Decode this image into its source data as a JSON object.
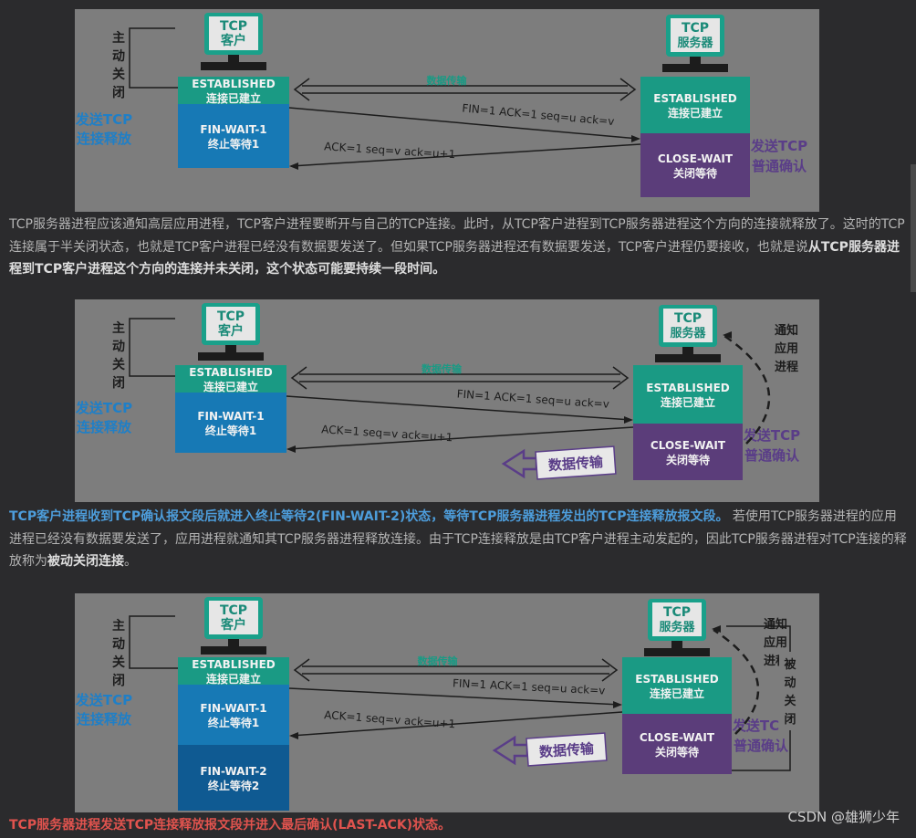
{
  "panels": [
    {
      "id": "p1",
      "client": {
        "pc_line1": "TCP",
        "pc_line2": "客户",
        "established": "ESTABLISHED",
        "established_cn": "连接已建立",
        "fin_wait1": "FIN-WAIT-1",
        "fin_wait1_cn": "终止等待1"
      },
      "server": {
        "pc_line1": "TCP",
        "pc_line2": "服务器",
        "established": "ESTABLISHED",
        "established_cn": "连接已建立",
        "close_wait": "CLOSE-WAIT",
        "close_wait_cn": "关闭等待"
      },
      "active_close": [
        "主",
        "动",
        "关",
        "闭"
      ],
      "send_release": [
        "发送TCP",
        "连接释放"
      ],
      "data_transfer": "数据传输",
      "fin_msg": "FIN=1  ACK=1  seq=u  ack=v",
      "ack_msg": "ACK=1   seq=v   ack=u+1",
      "server_confirm": [
        "发送TCP",
        "普通确认"
      ]
    },
    {
      "id": "p2",
      "client": {
        "pc_line1": "TCP",
        "pc_line2": "客户",
        "established": "ESTABLISHED",
        "established_cn": "连接已建立",
        "fin_wait1": "FIN-WAIT-1",
        "fin_wait1_cn": "终止等待1"
      },
      "server": {
        "pc_line1": "TCP",
        "pc_line2": "服务器",
        "established": "ESTABLISHED",
        "established_cn": "连接已建立",
        "close_wait": "CLOSE-WAIT",
        "close_wait_cn": "关闭等待"
      },
      "active_close": [
        "主",
        "动",
        "关",
        "闭"
      ],
      "send_release": [
        "发送TCP",
        "连接释放"
      ],
      "data_transfer": "数据传输",
      "fin_msg": "FIN=1  ACK=1  seq=u  ack=v",
      "ack_msg": "ACK=1   seq=v   ack=u+1",
      "server_confirm": [
        "发送TCP",
        "普通确认"
      ],
      "notify_app": [
        "通知",
        "应用",
        "进程"
      ],
      "data_flow": "数据传输"
    },
    {
      "id": "p3",
      "client": {
        "pc_line1": "TCP",
        "pc_line2": "客户",
        "established": "ESTABLISHED",
        "established_cn": "连接已建立",
        "fin_wait1": "FIN-WAIT-1",
        "fin_wait1_cn": "终止等待1",
        "fin_wait2": "FIN-WAIT-2",
        "fin_wait2_cn": "终止等待2"
      },
      "server": {
        "pc_line1": "TCP",
        "pc_line2": "服务器",
        "established": "ESTABLISHED",
        "established_cn": "连接已建立",
        "close_wait": "CLOSE-WAIT",
        "close_wait_cn": "关闭等待"
      },
      "active_close": [
        "主",
        "动",
        "关",
        "闭"
      ],
      "send_release": [
        "发送TCP",
        "连接释放"
      ],
      "data_transfer": "数据传输",
      "fin_msg": "FIN=1  ACK=1  seq=u  ack=v",
      "ack_msg": "ACK=1   seq=v   ack=u+1",
      "server_confirm": [
        "发送TCP",
        "普通确认"
      ],
      "notify_app": [
        "通知",
        "应用",
        "进程"
      ],
      "passive_close": [
        "被",
        "动",
        "关",
        "闭"
      ],
      "data_flow": "数据传输"
    }
  ],
  "text1": {
    "plain": "TCP服务器进程应该通知高层应用进程，TCP客户进程要断开与自己的TCP连接。此时，从TCP客户进程到TCP服务器进程这个方向的连接就释放了。这时的TCP连接属于半关闭状态，也就是TCP客户进程已经没有数据要发送了。但如果TCP服务器进程还有数据要发送，TCP客户进程仍要接收，也就是说",
    "bold": "从TCP服务器进程到TCP客户进程这个方向的连接并未关闭，这个状态可能要持续一段时间。"
  },
  "text2": {
    "blue": "TCP客户进程收到TCP确认报文段后就进入终止等待2(FIN-WAIT-2)状态，等待TCP服务器进程发出的TCP连接释放报文段。",
    "plain": " 若使用TCP服务器进程的应用进程已经没有数据要发送了，应用进程就通知其TCP服务器进程释放连接。由于TCP连接释放是由TCP客户进程主动发起的，因此TCP服务器进程对TCP连接的释放称为",
    "bold": "被动关闭连接",
    "end": "。"
  },
  "text3": {
    "red": "TCP服务器进程发送TCP连接释放报文段并进入最后确认(LAST-ACK)状态。"
  },
  "watermark": "CSDN @雄狮少年",
  "colors": {
    "established": "#1a9a84",
    "fin_wait1": "#1779b5",
    "fin_wait2": "#0f5a92",
    "close_wait": "#5b3d7a",
    "label_blue": "#1f7fc7",
    "purple": "#5a3d88"
  }
}
